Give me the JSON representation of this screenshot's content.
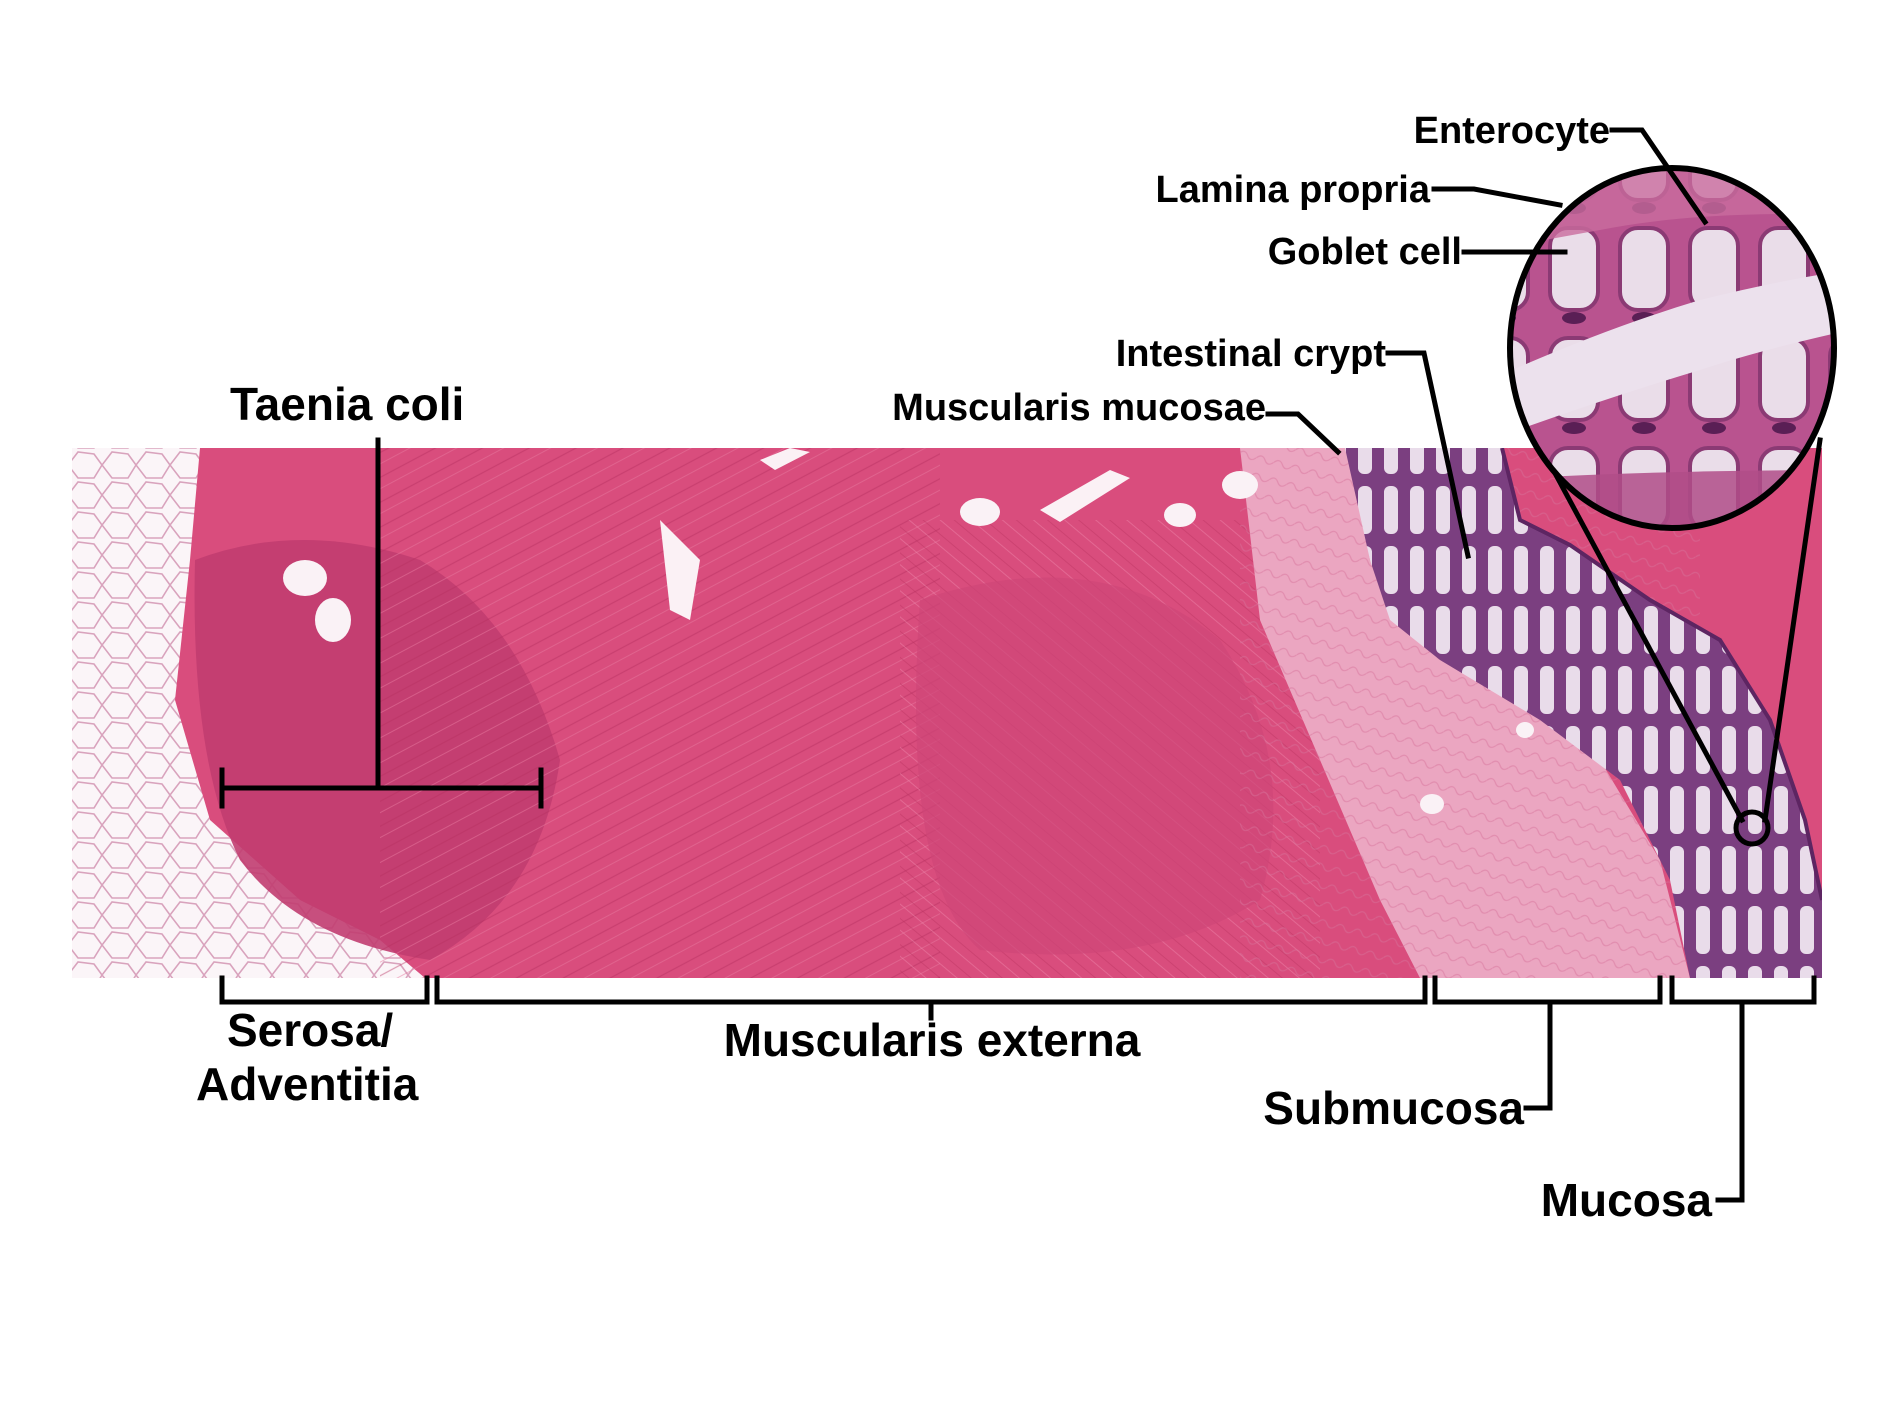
{
  "labels": {
    "taenia_coli": "Taenia coli",
    "serosa_line1": "Serosa/",
    "serosa_line2": "Adventitia",
    "muscularis_externa": "Muscularis externa",
    "submucosa": "Submucosa",
    "mucosa": "Mucosa",
    "enterocyte": "Enterocyte",
    "lamina_propria": "Lamina propria",
    "goblet_cell": "Goblet cell",
    "intestinal_crypt": "Intestinal crypt",
    "muscularis_mucosae": "Muscularis mucosae"
  },
  "colors": {
    "muscle": "#d9507c",
    "muscle_dark": "#c13a68",
    "submucosa": "#eba0bf",
    "adipose": "#f6eef3",
    "mucosa": "#7a3e7e",
    "goblet": "#efe2ee",
    "lines": "#000000"
  }
}
